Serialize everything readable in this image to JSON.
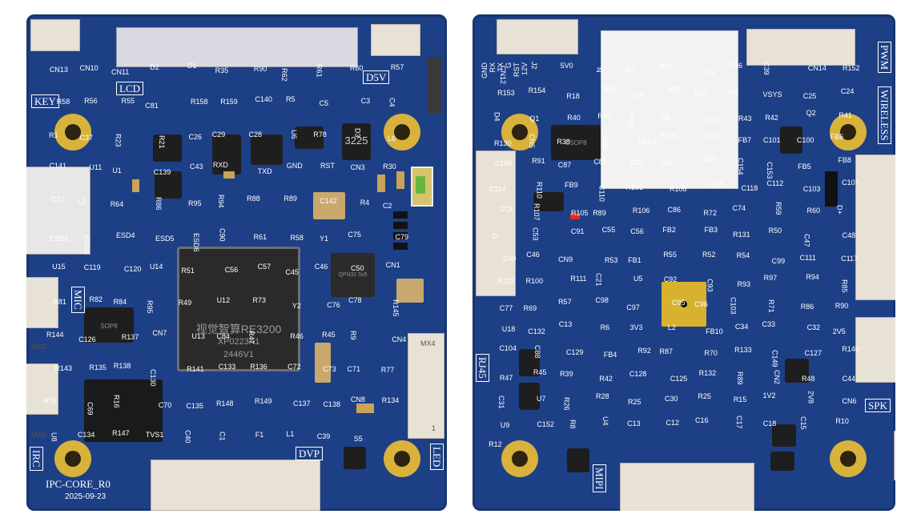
{
  "front": {
    "box_labels": {
      "lcd": "LCD",
      "d5v": "D5V",
      "key": "KEY",
      "mic": "MIC",
      "irc": "IRC",
      "led": "LED",
      "dvp": "DVP"
    },
    "main_chip": {
      "cn": "视觉智算RE3200",
      "part": "XP0223A1",
      "date": "2446V1"
    },
    "chip_marks": {
      "sop8": "SOP8",
      "qfn32": "QFN32 5x5",
      "ic3225": "3225"
    },
    "side_marks": {
      "mx2a": "MX2",
      "mx2b": "MX2",
      "mx4": "MX4",
      "pin1": "1"
    },
    "silk": {
      "board_name": "IPC-CORE_R0",
      "date": "2025-09-23"
    },
    "labels": [
      "CN13",
      "CN10",
      "CN11",
      "D2",
      "D1",
      "R35",
      "R90",
      "R62",
      "R61",
      "R60",
      "R57",
      "R58",
      "R56",
      "R55",
      "C81",
      "R158",
      "R159",
      "C140",
      "R5",
      "C5",
      "C3",
      "C4",
      "R1",
      "C37",
      "R23",
      "R21",
      "C26",
      "C29",
      "C28",
      "U6",
      "R78",
      "D3",
      "L6",
      "C141",
      "U11",
      "U1",
      "C139",
      "C43",
      "RXD",
      "TXD",
      "GND",
      "RST",
      "CN3",
      "R30",
      "C27",
      "L3",
      "R64",
      "R86",
      "R95",
      "R94",
      "R88",
      "R89",
      "C142",
      "R4",
      "C2",
      "ESD1",
      "ESD3",
      "ESD4",
      "ESD5",
      "ESD6",
      "C90",
      "R61",
      "R58",
      "Y1",
      "C75",
      "C79",
      "U15",
      "C119",
      "C120",
      "U14",
      "R51",
      "C56",
      "C57",
      "C45",
      "C46",
      "C50",
      "CN1",
      "R81",
      "R82",
      "R84",
      "R95",
      "R49",
      "U12",
      "R73",
      "Y2",
      "C76",
      "C78",
      "R145",
      "R144",
      "C126",
      "R137",
      "CN7",
      "U13",
      "C84",
      "R47",
      "R46",
      "R45",
      "R9",
      "CN4",
      "R143",
      "R135",
      "R138",
      "C130",
      "R141",
      "C133",
      "R136",
      "C72",
      "C73",
      "C71",
      "R77",
      "R75",
      "C69",
      "R16",
      "C70",
      "C135",
      "R148",
      "R149",
      "C137",
      "C138",
      "CN8",
      "R134",
      "U8",
      "C134",
      "R147",
      "TVS1",
      "C40",
      "C1",
      "F1",
      "L1",
      "C39",
      "S5"
    ]
  },
  "back": {
    "box_labels": {
      "pwm": "PWM",
      "wireless": "WIRELESS",
      "rj45": "RJ45",
      "spk": "SPK",
      "mipi": "MIPI"
    },
    "chip_marks": {
      "csop8": "CSOP8",
      "u10": "U10"
    },
    "side_labels": [
      "GND",
      "RX",
      "TX",
      "G",
      "RST",
      "12V"
    ],
    "labels": [
      "CN12",
      "J2",
      "5V0",
      "N",
      "B+",
      "R37",
      "C35",
      "C36",
      "C39",
      "CN14",
      "R152",
      "R153",
      "R154",
      "R18",
      "R19",
      "R20",
      "R21",
      "R22",
      "R2",
      "VSYS",
      "C25",
      "C24",
      "D4",
      "Q1",
      "R40",
      "R19",
      "R63",
      "U2",
      "1V1",
      "R43",
      "R42",
      "Q2",
      "R41",
      "R130",
      "CN5",
      "R38",
      "R39",
      "LED1",
      "R106",
      "C105",
      "FB7",
      "C101",
      "C100",
      "FB6",
      "C106",
      "R91",
      "C87",
      "C82",
      "C83",
      "C81",
      "C80",
      "C154",
      "C153",
      "FB5",
      "FB8",
      "C114",
      "R110",
      "FB9",
      "C110",
      "R101",
      "R108",
      "C113",
      "C118",
      "C112",
      "C103",
      "C107",
      "COL",
      "R107",
      "R105",
      "R89",
      "R106",
      "C86",
      "R72",
      "C74",
      "R59",
      "R60",
      "D+",
      "D-",
      "C53",
      "C91",
      "C55",
      "C56",
      "FB2",
      "FB3",
      "R131",
      "R50",
      "C47",
      "C48",
      "C49",
      "C46",
      "CN9",
      "R53",
      "FB1",
      "R55",
      "R52",
      "R54",
      "C99",
      "C111",
      "C117",
      "R112",
      "R100",
      "R111",
      "C21",
      "U5",
      "C92",
      "C93",
      "R93",
      "R97",
      "R94",
      "R85",
      "C77",
      "R69",
      "R57",
      "C98",
      "C97",
      "C95",
      "C96",
      "C103",
      "R71",
      "R86",
      "R90",
      "U18",
      "C132",
      "C13",
      "R6",
      "3V3",
      "L2",
      "FB10",
      "C34",
      "C33",
      "C32",
      "2V5",
      "C104",
      "C88",
      "C129",
      "FB4",
      "R92",
      "R87",
      "R70",
      "R133",
      "C149",
      "C127",
      "R140",
      "R47",
      "R45",
      "R39",
      "R42",
      "C128",
      "C125",
      "R132",
      "R89",
      "CN2",
      "R48",
      "C44",
      "C31",
      "U7",
      "R26",
      "R28",
      "R25",
      "C30",
      "R25",
      "R15",
      "1V2",
      "2V8",
      "CN6",
      "U9",
      "C152",
      "R8",
      "U4",
      "C13",
      "C12",
      "C16",
      "C17",
      "C18",
      "C15",
      "R10",
      "R12"
    ]
  }
}
